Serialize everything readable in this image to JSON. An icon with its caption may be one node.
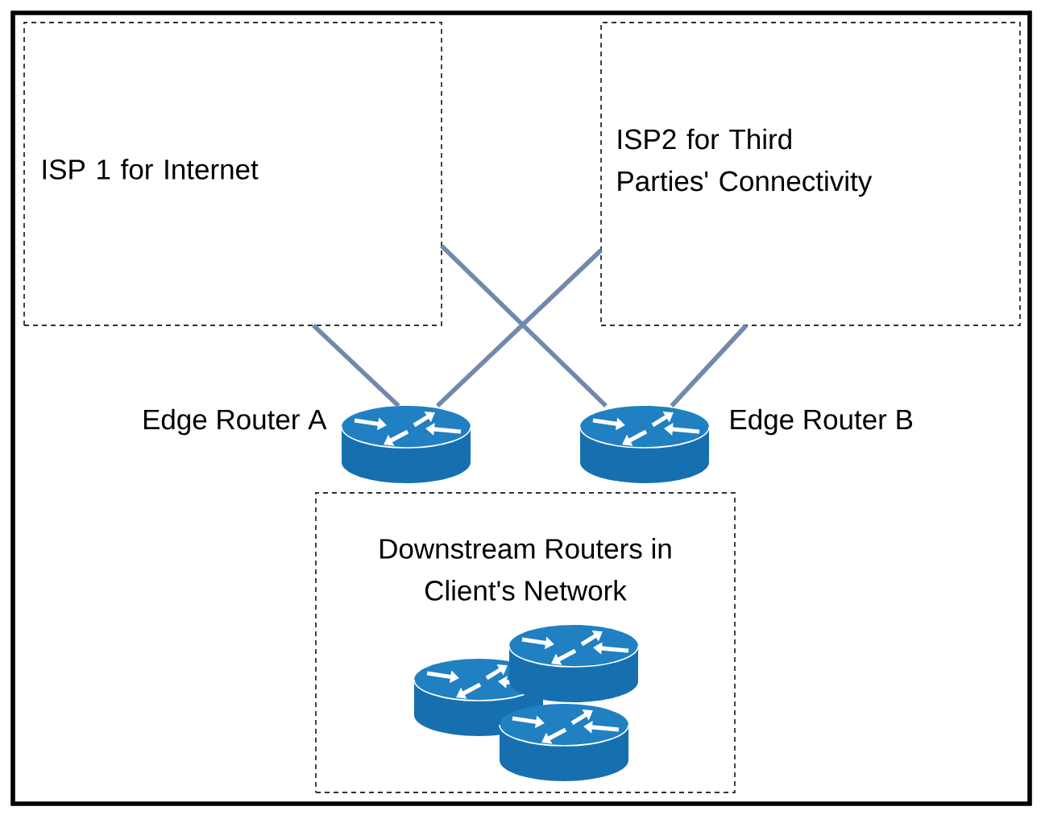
{
  "diagram": {
    "nodes": [
      {
        "text": [
          "ISP 1 for Internet"
        ]
      },
      {
        "text": [
          "ISP2 for Third Parties' Connectivity"
        ]
      },
      {
        "text": [],
        "shape": "picture",
        "beside": [
          "Edge Router A"
        ]
      },
      {
        "text": [],
        "shape": "picture",
        "beside": [
          "Edge Router B"
        ]
      },
      {
        "text": [
          "Downstream Routers in Client's Network"
        ]
      },
      {
        "text": [],
        "shape": "picture",
        "in": 4
      },
      {
        "text": [],
        "shape": "picture",
        "in": 4
      },
      {
        "text": [],
        "shape": "picture",
        "in": 4
      }
    ],
    "edges": [
      {
        "from": 0,
        "to": 2,
        "arrow": "none"
      },
      {
        "from": 0,
        "to": 3,
        "arrow": "none"
      },
      {
        "from": 1,
        "to": 2,
        "arrow": "none"
      },
      {
        "from": 1,
        "to": 3,
        "arrow": "none"
      }
    ]
  }
}
